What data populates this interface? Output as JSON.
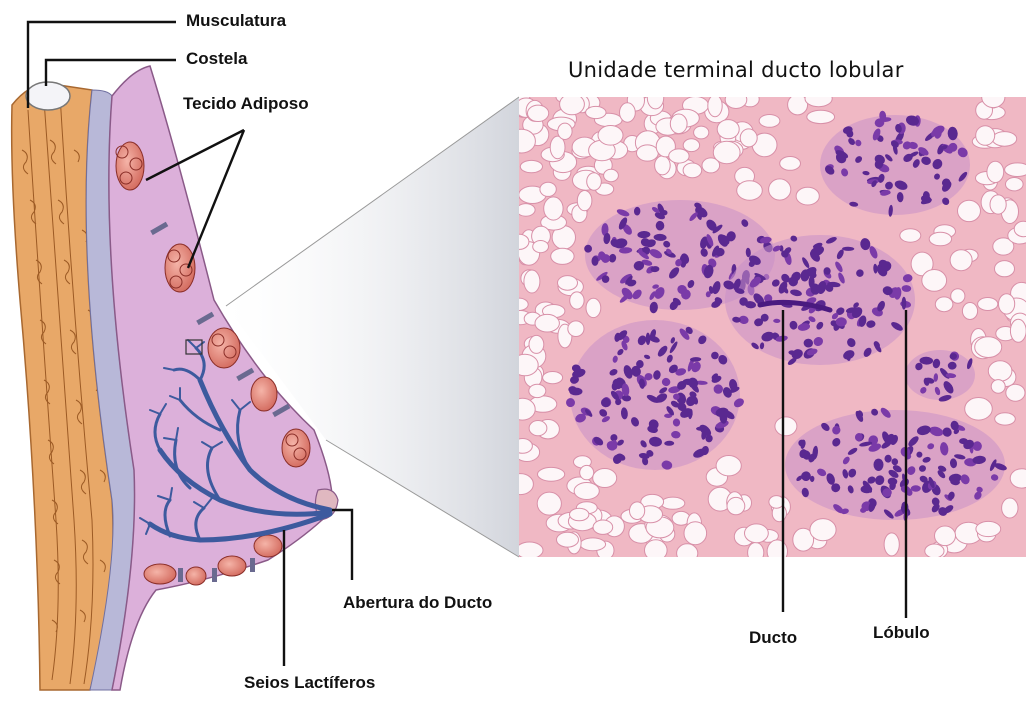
{
  "labels": {
    "musculatura": "Musculatura",
    "costela": "Costela",
    "tecido_adiposo": "Tecido Adiposo",
    "abertura_ducto": "Abertura do Ducto",
    "seios_lactiferos": "Seios Lactíferos",
    "ducto": "Ducto",
    "lobulo": "Lóbulo"
  },
  "micrograph_title": "Unidade terminal ducto lobular",
  "colors": {
    "muscle": "#e8a868",
    "breast_tissue": "#dcb0da",
    "fat_lobule": "#e08078",
    "duct": "#3d5a9e",
    "histology_stroma": "#f0b8c4",
    "histology_nuclei": "#5a2890"
  }
}
